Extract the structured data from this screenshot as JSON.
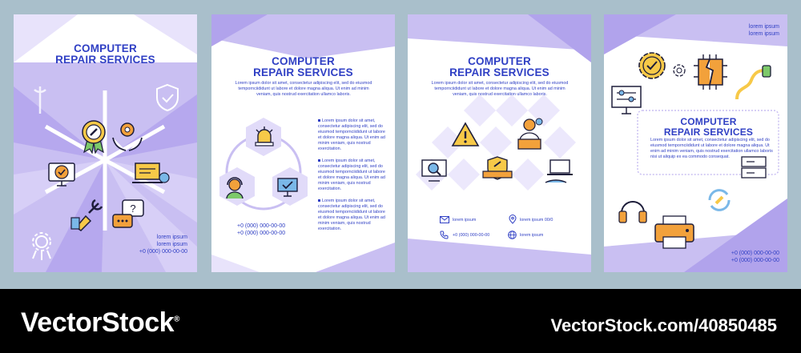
{
  "brochures": [
    {
      "title_line1": "COMPUTER",
      "title_line2": "REPAIR SERVICES",
      "contact": [
        "lorem ipsum",
        "lorem ipsum",
        "+0 (000) 000-00-00"
      ]
    },
    {
      "title_line1": "COMPUTER",
      "title_line2": "REPAIR SERVICES",
      "intro": "Lorem ipsum dolor sit amet, consectetur adipiscing elit, sed do eiusmod tempornciididunt ut labore et dolore magna aliqua. Ut enim ad minim veniam, quis nostrud exercitation ullamco laboris.",
      "items": [
        "Lorem ipsum dolor sit amet, consectetur adipiscing elit, sed do eiusmod tempornciididunt ut labore et dolore magna aliqua. Ut enim ad minim veniam, quis nostrud exercitation.",
        "Lorem ipsum dolor sit amet, consectetur adipiscing elit, sed do eiusmod tempornciididunt ut labore et dolore magna aliqua. Ut enim ad minim veniam, quis nostrud exercitation.",
        "Lorem ipsum dolor sit amet, consectetur adipiscing elit, sed do eiusmod tempornciididunt ut labore et dolore magna aliqua. Ut enim ad minim veniam, quis nostrud exercitation."
      ],
      "phones": [
        "+0 (000) 000-00-00",
        "+0 (000) 000-00-00"
      ]
    },
    {
      "title_line1": "COMPUTER",
      "title_line2": "REPAIR SERVICES",
      "intro": "Lorem ipsum dolor sit amet, consectetur adipiscing elit, sed do eiusmod tempornciididunt ut labore et dolore magna aliqua. Ut enim ad minim veniam, quis nostrud exercitation ullamco laboris.",
      "email": "lorem ipsum",
      "location": "lorem ipsum 00/0",
      "phone": "+0 (000) 000-00-00",
      "website": "lorem ipsum"
    },
    {
      "top_text": [
        "lorem ipsum",
        "lorem ipsum"
      ],
      "title_line1": "COMPUTER",
      "title_line2": "REPAIR SERVICES",
      "intro": "Lorem ipsum dolor sit amet, consectetur adipiscing elit, sed do eiusmod tempornciididunt ut labore et dolore magna aliqua. Ut enim ad minim veniam, quis nostrud exercitation ullamco laboris nisi ut aliquip ex ea commodo consequat.",
      "phones": [
        "+0 (000) 000-00-00",
        "+0 (000) 000-00-00"
      ]
    }
  ],
  "watermark": {
    "brand": "VectorStock",
    "registered": "®",
    "id": "VectorStock.com/40850485"
  },
  "colors": {
    "accent": "#2f3fc4",
    "purple": "#c9bff2",
    "purple_dark": "#b1a3ec",
    "purple_light": "#e8e3fb",
    "background": "#a9bfcb"
  }
}
